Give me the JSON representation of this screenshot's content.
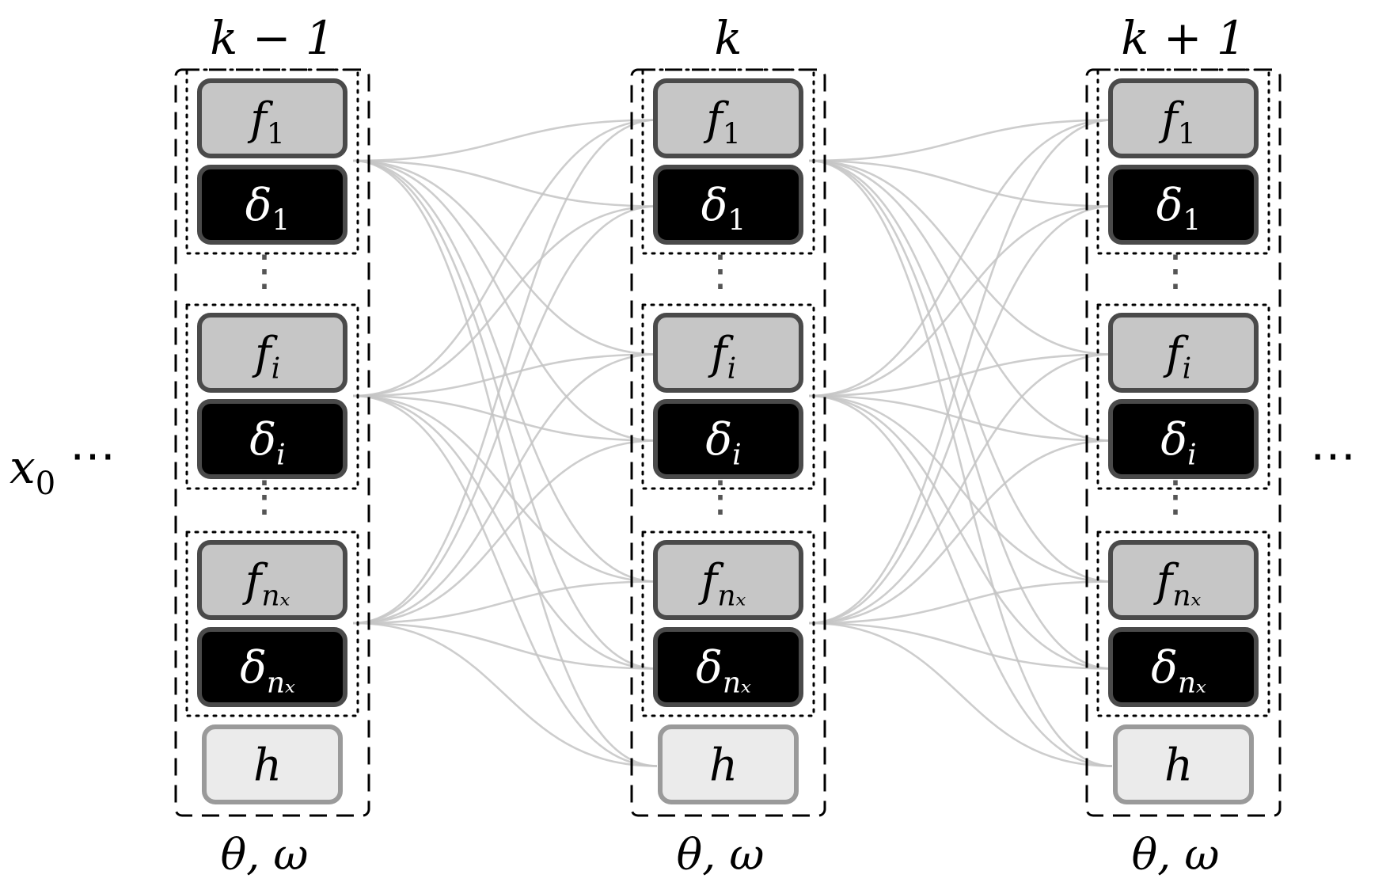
{
  "left_label": {
    "var": "x",
    "sub": "0",
    "dots": "⋯"
  },
  "right_label": {
    "dots": "⋯"
  },
  "vdots": "⋮",
  "columns": [
    {
      "header": "k − 1",
      "footer": "θ, ω",
      "blocks": [
        {
          "name": "f",
          "sub": "1",
          "kind": "f"
        },
        {
          "name": "δ",
          "sub": "1",
          "kind": "delta"
        },
        {
          "name": "f",
          "sub": "i",
          "kind": "f"
        },
        {
          "name": "δ",
          "sub": "i",
          "kind": "delta"
        },
        {
          "name": "f",
          "sub": "nₓ",
          "kind": "f"
        },
        {
          "name": "δ",
          "sub": "nₓ",
          "kind": "delta"
        },
        {
          "name": "h",
          "sub": "",
          "kind": "h"
        }
      ]
    },
    {
      "header": "k",
      "footer": "θ, ω",
      "blocks": [
        {
          "name": "f",
          "sub": "1",
          "kind": "f"
        },
        {
          "name": "δ",
          "sub": "1",
          "kind": "delta"
        },
        {
          "name": "f",
          "sub": "i",
          "kind": "f"
        },
        {
          "name": "δ",
          "sub": "i",
          "kind": "delta"
        },
        {
          "name": "f",
          "sub": "nₓ",
          "kind": "f"
        },
        {
          "name": "δ",
          "sub": "nₓ",
          "kind": "delta"
        },
        {
          "name": "h",
          "sub": "",
          "kind": "h"
        }
      ]
    },
    {
      "header": "k + 1",
      "footer": "θ, ω",
      "blocks": [
        {
          "name": "f",
          "sub": "1",
          "kind": "f"
        },
        {
          "name": "δ",
          "sub": "1",
          "kind": "delta"
        },
        {
          "name": "f",
          "sub": "i",
          "kind": "f"
        },
        {
          "name": "δ",
          "sub": "i",
          "kind": "delta"
        },
        {
          "name": "f",
          "sub": "nₓ",
          "kind": "f"
        },
        {
          "name": "δ",
          "sub": "nₓ",
          "kind": "delta"
        },
        {
          "name": "h",
          "sub": "",
          "kind": "h"
        }
      ]
    }
  ],
  "colors": {
    "f_fill": "#c6c6c6",
    "f_stroke": "#4a4a4a",
    "delta_fill": "#000000",
    "delta_stroke": "#4a4a4a",
    "h_fill": "#ebebeb",
    "h_stroke": "#9a9a9a",
    "connector": "#c4c4c4",
    "text_dark": "#000000",
    "text_light": "#ffffff"
  }
}
